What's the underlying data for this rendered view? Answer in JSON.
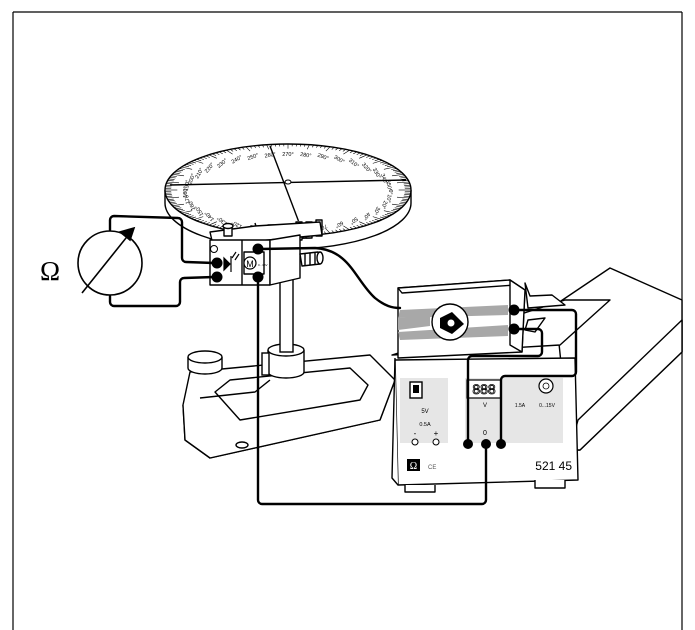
{
  "meter": {
    "symbol": "Ω"
  },
  "turntable": {
    "angle_labels": [
      "0°",
      "10°",
      "20°",
      "30°",
      "40°",
      "50°",
      "60°",
      "70°",
      "80°",
      "90°",
      "100°",
      "110°",
      "120°",
      "130°",
      "140°",
      "150°",
      "160°",
      "170°",
      "180°",
      "190°",
      "200°",
      "210°",
      "220°",
      "230°",
      "240°",
      "250°",
      "260°",
      "270°",
      "280°",
      "290°",
      "300°",
      "310°",
      "320°",
      "330°",
      "340°",
      "350°"
    ]
  },
  "motor": {
    "symbol": "M",
    "sub_label": "0...15V"
  },
  "power_supply": {
    "model": "521 45",
    "display_digits": "888",
    "volt_label": "V",
    "left_panel": {
      "voltage": "5V",
      "current": "0.5A",
      "minus": "-",
      "plus": "+"
    },
    "right_panel": {
      "current": "1.5A",
      "range": "0...15V"
    },
    "zero_label": "0",
    "ce_mark": "CE"
  },
  "colors": {
    "line": "#000000",
    "panel_grey": "#e6e6e6",
    "strip_grey": "#a8a8a8",
    "background": "#ffffff"
  }
}
